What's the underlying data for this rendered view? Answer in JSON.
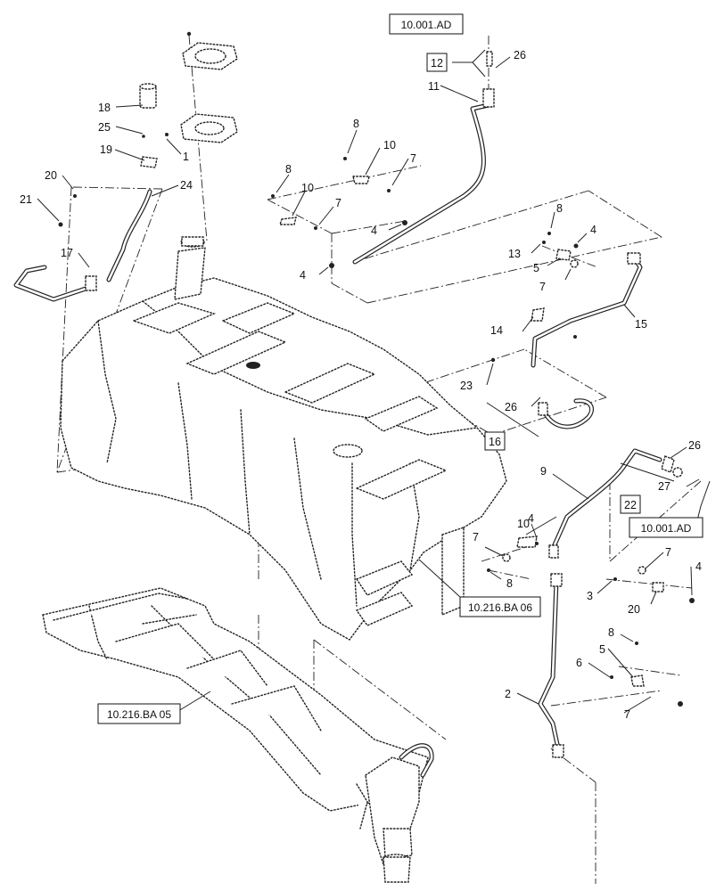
{
  "callouts": {
    "c1": "1",
    "c2": "2",
    "c3": "3",
    "c4a": "4",
    "c4b": "4",
    "c4c": "4",
    "c4d": "4",
    "c4e": "4",
    "c5a": "5",
    "c5b": "5",
    "c6": "6",
    "c7a": "7",
    "c7b": "7",
    "c7c": "7",
    "c7d": "7",
    "c7e": "7",
    "c7f": "7",
    "c8a": "8",
    "c8b": "8",
    "c8c": "8",
    "c8d": "8",
    "c8e": "8",
    "c9": "9",
    "c10a": "10",
    "c10b": "10",
    "c10c": "10",
    "c11": "11",
    "c12": "12",
    "c13": "13",
    "c14": "14",
    "c15": "15",
    "c16": "16",
    "c17": "17",
    "c18": "18",
    "c19": "19",
    "c20a": "20",
    "c20b": "20",
    "c21": "21",
    "c22": "22",
    "c23": "23",
    "c24": "24",
    "c25": "25",
    "c26a": "26",
    "c26b": "26",
    "c26c": "26",
    "c27": "27"
  },
  "refs": {
    "ref_top": "10.001.AD",
    "ref_right": "10.001.AD",
    "ref_tank": "10.216.BA 06",
    "ref_frame": "10.216.BA 05"
  }
}
